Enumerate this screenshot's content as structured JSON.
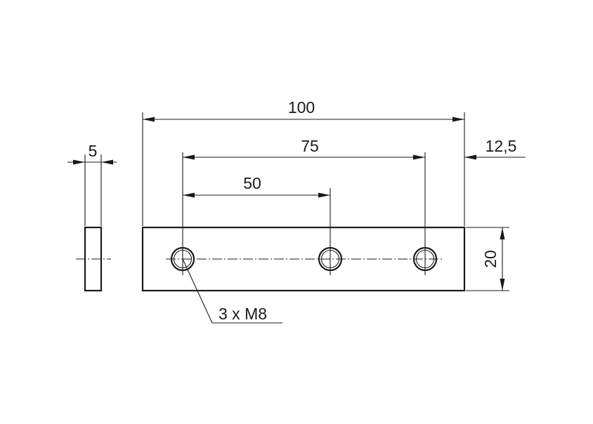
{
  "drawing": {
    "dimensions": {
      "overall_length": "100",
      "hole_span_outer": "75",
      "hole_span_inner": "50",
      "edge_offset": "12,5",
      "height": "20",
      "thickness": "5"
    },
    "callout": {
      "holes": "3 x M8"
    }
  }
}
